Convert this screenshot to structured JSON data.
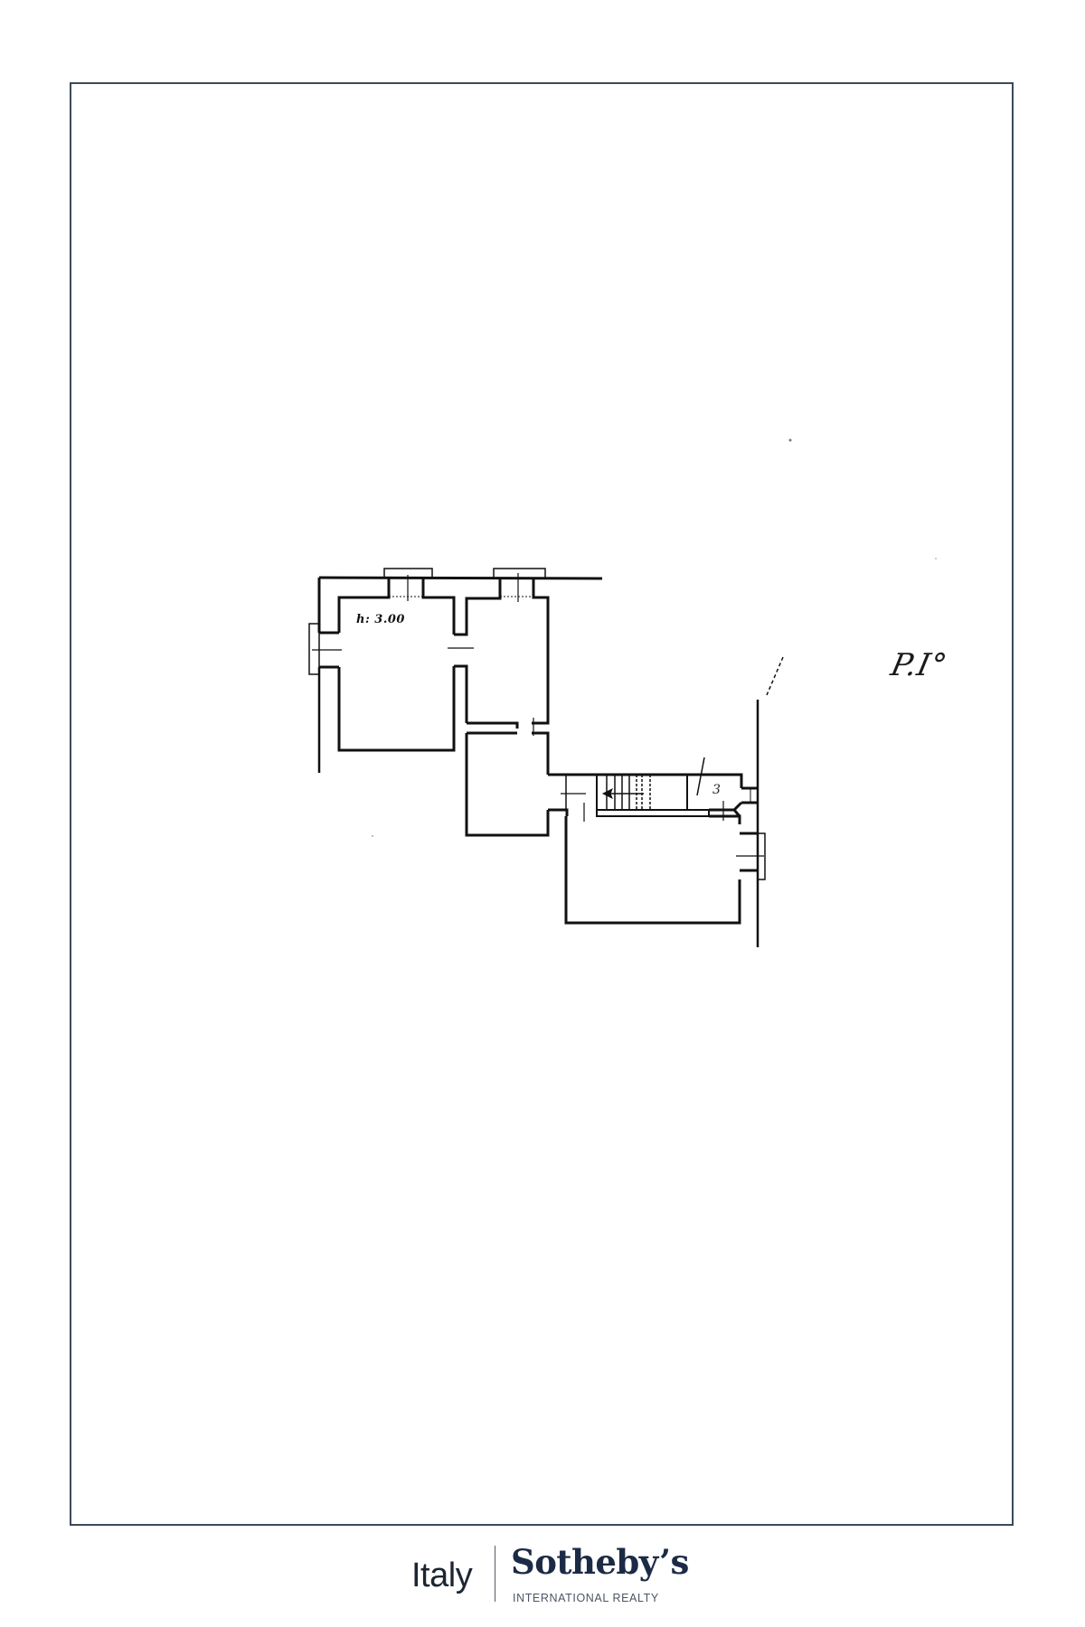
{
  "document": {
    "type": "floor plan",
    "frame_border_color": "#3b4a5a"
  },
  "plan": {
    "room_height_label": "h: 3.00",
    "floor_label": "P.I°",
    "stair_symbol": "3",
    "stair_direction": "left",
    "line_color": "#111111",
    "rooms": [
      {
        "id": "room-1",
        "label": "h: 3.00"
      },
      {
        "id": "room-2",
        "label": ""
      },
      {
        "id": "room-3",
        "label": ""
      },
      {
        "id": "room-4",
        "label": ""
      },
      {
        "id": "stair-corridor",
        "label": "3"
      }
    ]
  },
  "footer": {
    "logo_region": "Italy",
    "logo_brand": "Sotheby’s",
    "logo_tagline": "INTERNATIONAL REALTY",
    "brand_color": "#1c2b45"
  }
}
